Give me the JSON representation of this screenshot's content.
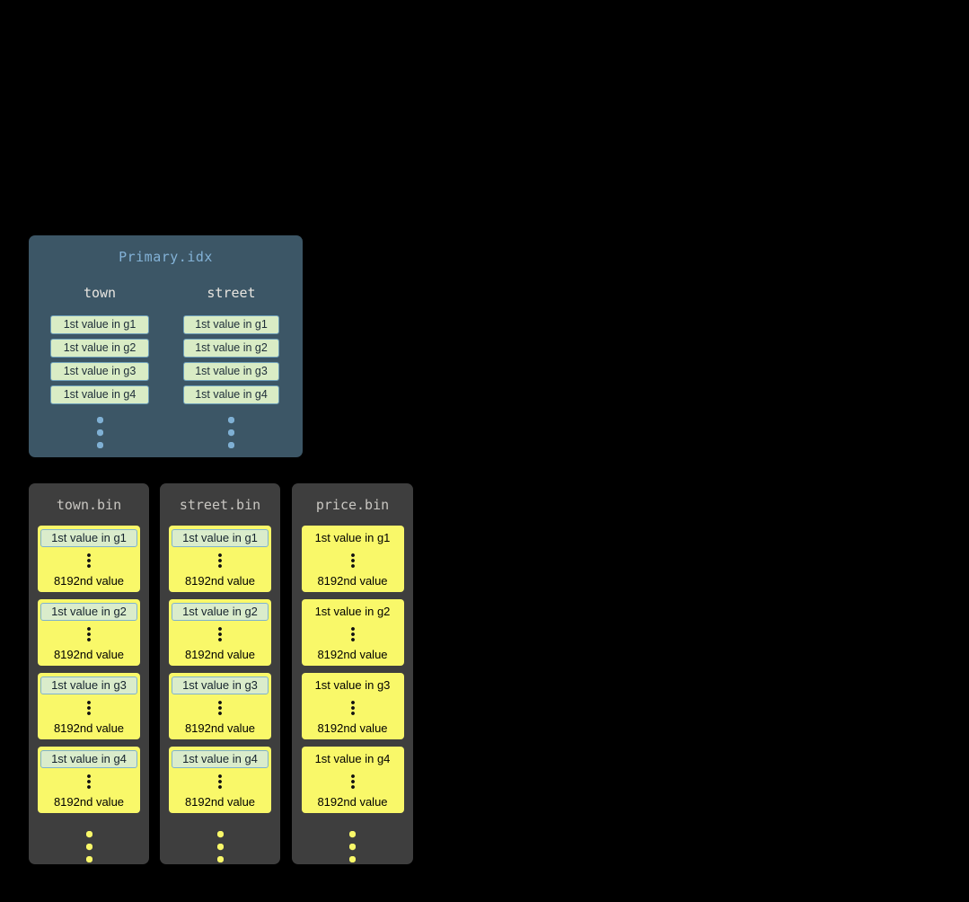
{
  "primary_index": {
    "title": "Primary.idx",
    "columns": [
      {
        "name": "town",
        "marks": [
          "1st value in g1",
          "1st value in g2",
          "1st value in g3",
          "1st value in g4"
        ]
      },
      {
        "name": "street",
        "marks": [
          "1st value in g1",
          "1st value in g2",
          "1st value in g3",
          "1st value in g4"
        ]
      }
    ]
  },
  "bin_files": [
    {
      "title": "town.bin",
      "granules": [
        {
          "first": "1st value in g1",
          "last": "8192nd value",
          "first_highlighted": true
        },
        {
          "first": "1st value in g2",
          "last": "8192nd value",
          "first_highlighted": true
        },
        {
          "first": "1st value in g3",
          "last": "8192nd value",
          "first_highlighted": true
        },
        {
          "first": "1st value in g4",
          "last": "8192nd value",
          "first_highlighted": true
        }
      ]
    },
    {
      "title": "street.bin",
      "granules": [
        {
          "first": "1st value in g1",
          "last": "8192nd value",
          "first_highlighted": true
        },
        {
          "first": "1st value in g2",
          "last": "8192nd value",
          "first_highlighted": true
        },
        {
          "first": "1st value in g3",
          "last": "8192nd value",
          "first_highlighted": true
        },
        {
          "first": "1st value in g4",
          "last": "8192nd value",
          "first_highlighted": true
        }
      ]
    },
    {
      "title": "price.bin",
      "granules": [
        {
          "first": "1st value in g1",
          "last": "8192nd value",
          "first_highlighted": false
        },
        {
          "first": "1st value in g2",
          "last": "8192nd value",
          "first_highlighted": false
        },
        {
          "first": "1st value in g3",
          "last": "8192nd value",
          "first_highlighted": false
        },
        {
          "first": "1st value in g4",
          "last": "8192nd value",
          "first_highlighted": false
        }
      ]
    }
  ],
  "colors": {
    "background": "#000000",
    "primary_panel": "#3c5666",
    "primary_title": "#83b2d7",
    "bin_panel": "#3e3e3e",
    "granule_fill": "#f9f869",
    "mark_fill": "#d9ecc5",
    "mark_border": "#6d9fba",
    "dots_blue": "#7fb0d4",
    "dots_yellow": "#f9f869"
  }
}
